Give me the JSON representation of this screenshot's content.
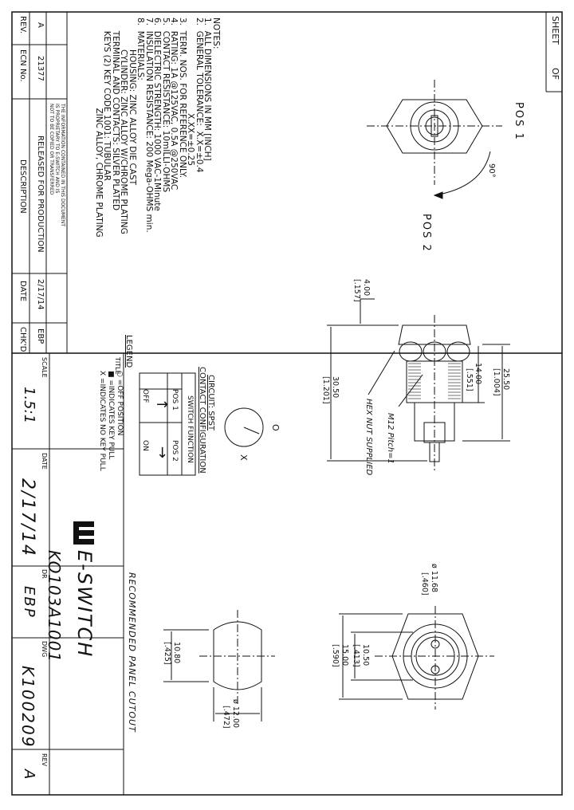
{
  "sheet": {
    "label": "SHEET",
    "of_label": "OF"
  },
  "notes": {
    "heading": "NOTES:",
    "lines": [
      "1.  ALL DIMENSIONS IN MM [INCH]",
      "2.  GENERAL TOLERANCE:  X.X=±0.4",
      "                                    X.XX=±0.25",
      "3.  TERM. NOS. FOR REFERENCE ONLY.",
      "4.  RATING: 1A @125VAC, 0.5A @250VAC",
      "5.  CONTACT RESISTANCE: 10mILLI-OHMS",
      "6.  DIELECTRIC STRENGTH: 1000 VAC-1Minute",
      "7.  INSULATION RESISTANCE: 200 Mega-OHMS min.",
      "8.  MATERIALS:",
      "            HOUSING: ZINC ALLOY DIE CAST",
      "            CYLINDER: ZINC ALLOY W/CHROME PLATING",
      "     TERMINAL AND CONTACTS: SILVER PLATED",
      "     KEYS (2) KEY CODE 1001: TUBULAR",
      "                                  ZINC ALLOY, CHROME PLATING"
    ]
  },
  "revision": {
    "headers": {
      "rev": "REV.",
      "ecn": "ECN No.",
      "description": "DESCRIPTION",
      "date": "DATE",
      "chkd": "CHK'D"
    },
    "row": {
      "rev": "A",
      "ecn": "21377",
      "description": "RELEASED FOR PRODUCTION",
      "date": "2/17/14",
      "chkd": "EBP"
    },
    "proprietary": [
      "THE INFORMATION CONTAINED IN THIS DOCUMENT",
      "IS PROPRIETARY TO E-SWITCH AND IS",
      "NOT TO BE COPIED OR TRANSFERRED"
    ]
  },
  "positions": {
    "pos1": "POS 1",
    "pos2": "POS 2",
    "angle": "90°"
  },
  "side_view": {
    "dim_4": "4.00",
    "dim_4_in": "[.157]",
    "dim_25": "25.50",
    "dim_25_in": "[1.004]",
    "dim_14": "14.00",
    "dim_14_in": "[.551]",
    "dim_30": "30.50",
    "dim_30_in": "[1.201]",
    "hex_nut": "HEX NUT SUPPLIED",
    "thread": "M12  Pitch=1"
  },
  "circuit": {
    "title_1": "CIRCUIT: SPST",
    "title_2": "CONTACT CONFIGURATION",
    "switch_function": "SWITCH FUNCTION",
    "pos1": "POS 1",
    "pos2": "POS 2",
    "off": "OFF",
    "on": "ON",
    "symbol_o": "O",
    "symbol_x": "X"
  },
  "legend": {
    "heading": "LEGEND",
    "lines": [
      "○ =OFF POSITION",
      "■ =INDICATES KEY PULL",
      "X =INDICATES NO KEY PULL"
    ]
  },
  "front_view": {
    "dia_118": "ø 11.68",
    "dia_118_in": "[.460]",
    "dim_1050": "10.50",
    "dim_1050_in": "[.413]",
    "dim_1500": "15.00",
    "dim_1500_in": "[.590]"
  },
  "cutout": {
    "heading": "RECOMMENDED PANEL CUTOUT",
    "dim_1080": "10.80",
    "dim_1080_in": "[.425]",
    "dia_1200": "ø 12.00",
    "dia_1200_in": "[.472]"
  },
  "title_block": {
    "title_label": "TITLE",
    "part_number": "KO103A1001",
    "company": "E-SWITCH",
    "scale_label": "SCALE",
    "scale": "1.5:1",
    "date_label": "DATE",
    "date": "2/17/14",
    "dr_label": "DR",
    "dr": "EBP",
    "dwg_label": "DWG",
    "dwg": "K100209",
    "rev_label": "REV",
    "rev": "A"
  }
}
